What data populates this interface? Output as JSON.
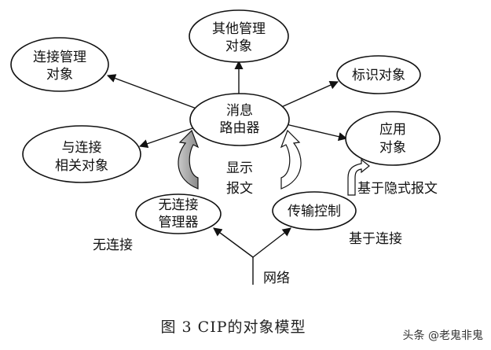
{
  "nodes": {
    "others": [
      "其他管理",
      "对象"
    ],
    "conn_mgmt": [
      "连接管理",
      "对象"
    ],
    "identity": [
      "标识对象"
    ],
    "router": [
      "消息",
      "路由器"
    ],
    "conn_related": [
      "与连接",
      "相关对象"
    ],
    "application": [
      "应用",
      "对象"
    ],
    "unconnected_mgr": [
      "无连接",
      "管理器"
    ],
    "transport": [
      "传输控制"
    ]
  },
  "labels": {
    "explicit_msg": [
      "显示",
      "报文"
    ],
    "implicit_msg": "基于隐式报文",
    "connected": "基于连接",
    "unconnected": "无连接",
    "network": "网络"
  },
  "caption": "图 3   CIP的对象模型",
  "watermark": "头条 @老鬼非鬼"
}
